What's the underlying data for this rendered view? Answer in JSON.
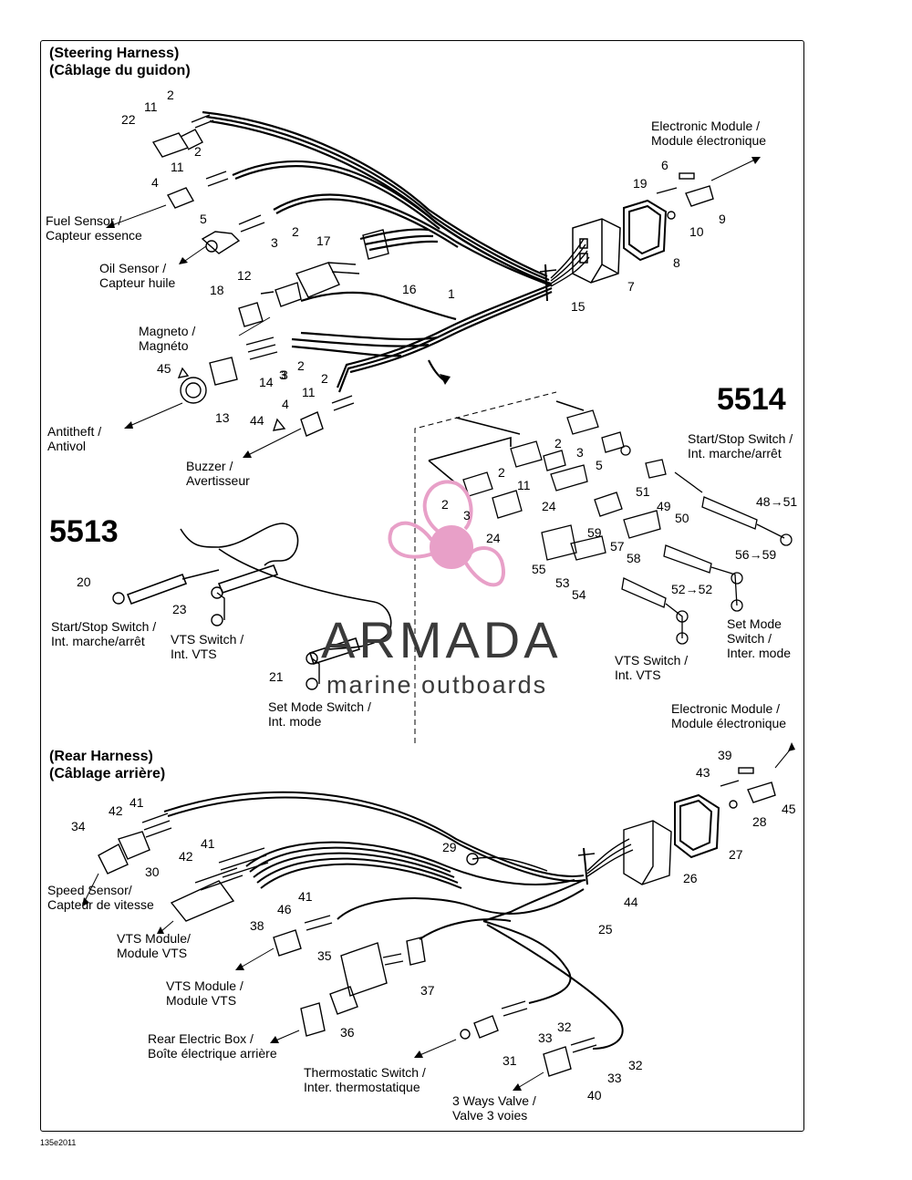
{
  "steering": {
    "title_en": "(Steering Harness)",
    "title_fr": "(Câblage du guidon)",
    "callouts": [
      "2",
      "11",
      "22",
      "2",
      "11",
      "4",
      "5",
      "3",
      "2",
      "17",
      "16",
      "1",
      "12",
      "18",
      "15",
      "3",
      "2",
      "45",
      "14",
      "3",
      "13",
      "2",
      "11",
      "44",
      "4",
      "6",
      "19",
      "9",
      "10",
      "8",
      "7"
    ]
  },
  "rear": {
    "title_en": "(Rear Harness)",
    "title_fr": "(Câblage arrière)",
    "callouts": [
      "41",
      "42",
      "34",
      "41",
      "42",
      "30",
      "41",
      "46",
      "38",
      "35",
      "37",
      "36",
      "29",
      "44",
      "25",
      "32",
      "33",
      "31",
      "32",
      "33",
      "40",
      "39",
      "43",
      "45",
      "28",
      "27",
      "26"
    ]
  },
  "labels": {
    "fuel_sensor": "Fuel Sensor /\nCapteur essence",
    "oil_sensor": "Oil Sensor /\nCapteur huile",
    "magneto": "Magneto /\nMagnéto",
    "antitheft": "Antitheft /\nAntivol",
    "buzzer": "Buzzer /\nAvertisseur",
    "electronic_module_top": "Electronic Module /\nModule électronique",
    "start_stop_5514": "Start/Stop Switch /\nInt. marche/arrêt",
    "start_stop_5513": "Start/Stop Switch /\nInt. marche/arrêt",
    "vts_switch_5513": "VTS Switch /\nInt. VTS",
    "set_mode_5513": "Set Mode Switch /\nInt. mode",
    "set_mode_5514": "Set Mode\nSwitch /\nInter. mode",
    "vts_switch_5514": "VTS Switch /\nInt. VTS",
    "electronic_module_bottom": "Electronic Module /\nModule électronique",
    "speed_sensor": "Speed Sensor/\nCapteur de vitesse",
    "vts_module_1": "VTS Module/\nModule VTS",
    "vts_module_2": "VTS Module /\nModule VTS",
    "rear_electric_box": "Rear Electric Box /\nBoîte électrique arrière",
    "thermostatic_switch": "Thermostatic Switch /\nInter. thermostatique",
    "three_ways_valve": "3 Ways Valve /\nValve 3 voies"
  },
  "variants": {
    "v5514": "5514",
    "v5513": "5513",
    "callouts_5514": [
      "2",
      "3",
      "2",
      "11",
      "5",
      "2",
      "3",
      "24",
      "24",
      "51",
      "49",
      "50",
      "48→51",
      "59",
      "57",
      "58",
      "55",
      "53",
      "54",
      "56→59",
      "52→52"
    ],
    "callouts_5513": [
      "20",
      "23",
      "21"
    ]
  },
  "watermark": {
    "name": "ARMADA",
    "sub": "marine outboards",
    "color": "#e8a0c8"
  },
  "figure_code": "135e2011"
}
